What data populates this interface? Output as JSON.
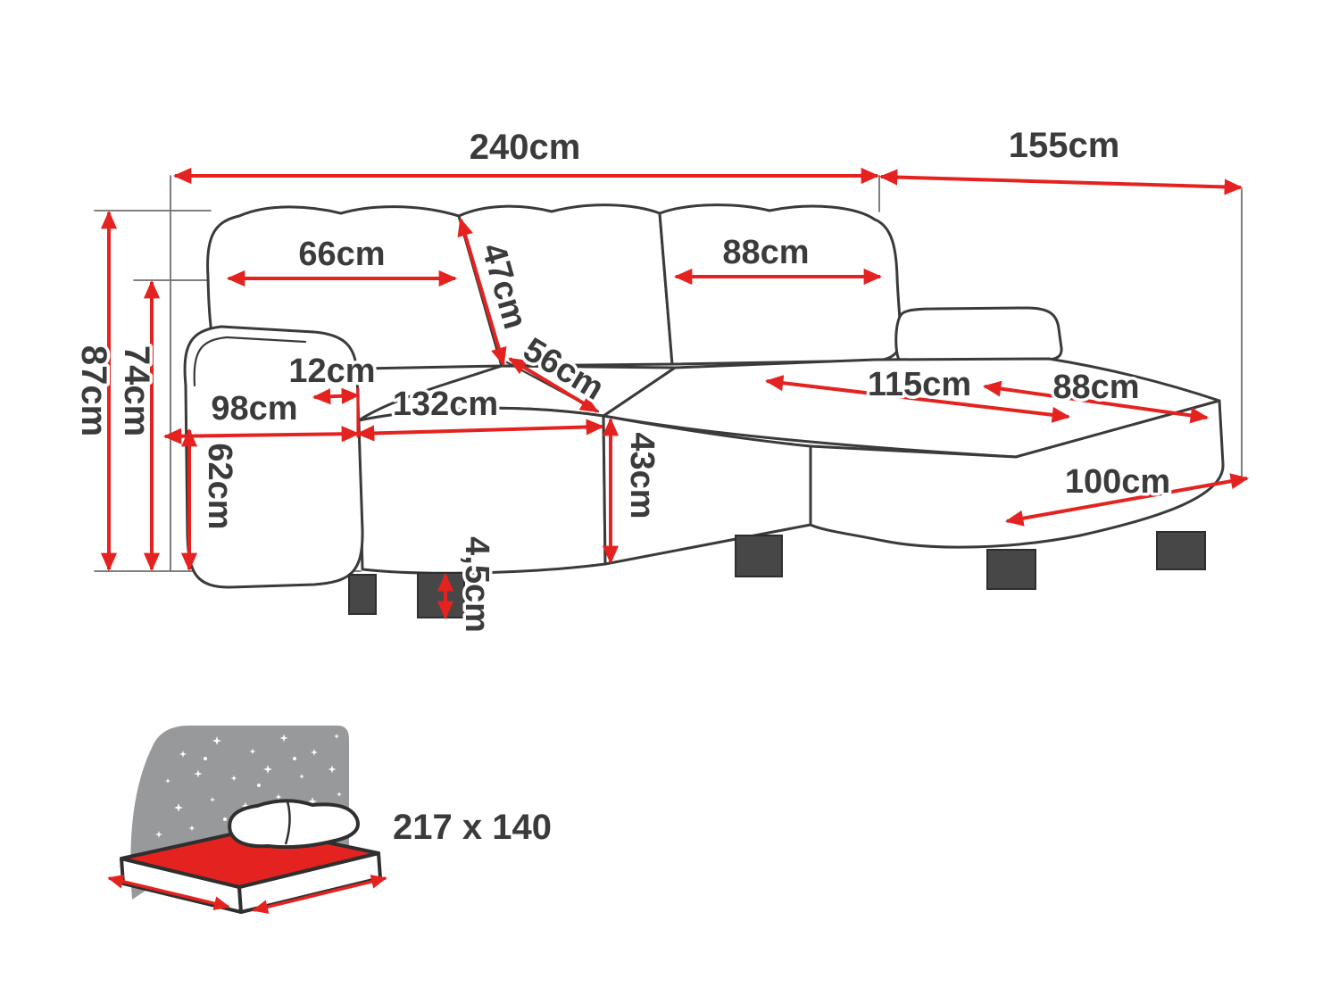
{
  "diagram": {
    "type": "corner-sofa-dimension-diagram",
    "labels": {
      "total_width": "240cm",
      "total_depth": "155cm",
      "total_height": "87cm",
      "backrest_height": "74cm",
      "back_cushion_left": "66cm",
      "back_cushion_diag": "47cm",
      "back_cushion_right": "88cm",
      "armrest_top": "12cm",
      "front_left_depth": "98cm",
      "seat_width": "132cm",
      "seat_diag": "56cm",
      "chaise_length": "115cm",
      "chaise_width": "88cm",
      "armrest_height": "62cm",
      "seat_height": "43cm",
      "chaise_front": "100cm",
      "leg_height": "4,5cm"
    },
    "sleeping_area": "217 x 140",
    "colors": {
      "dimension_line": "#e42320",
      "outline": "#3a3a3a",
      "label_text": "#3b3b3b",
      "construction_line": "#6f6f6f",
      "icon_gray": "#98999b",
      "mattress_red": "#e42320",
      "background": "#ffffff"
    }
  }
}
